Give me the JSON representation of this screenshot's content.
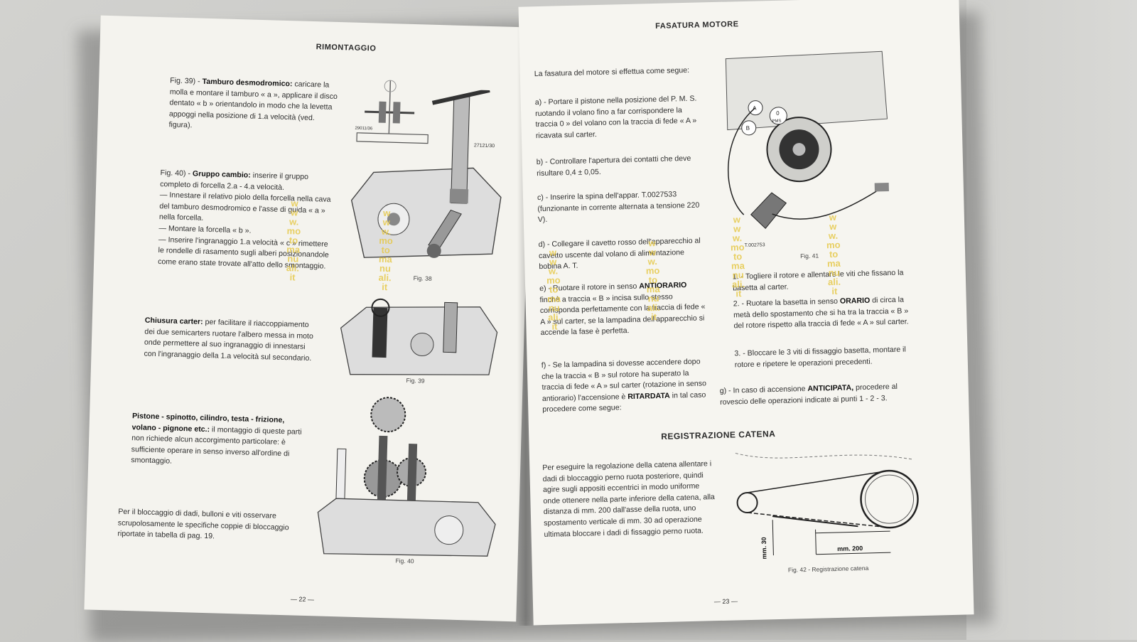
{
  "left_page": {
    "title": "RIMONTAGGIO",
    "p39_head": "Fig. 39) - ",
    "p39_bold": "Tamburo desmodromico:",
    "p39_text": " caricare la molla e montare il tamburo « a », applicare il disco dentato « b » orientandolo in modo che la levetta appoggi nella posizione di 1.a velocità (ved. figura).",
    "p40_head": "Fig. 40) - ",
    "p40_bold": "Gruppo cambio:",
    "p40_text": " inserire il gruppo completo di forcella 2.a - 4.a velocità.",
    "p40_l2": "— Innestare il relativo piolo della forcella nella cava del tamburo desmodromico e l'asse di guida « a » nella forcella.",
    "p40_l3": "— Montare la forcella « b ».",
    "p40_l4": "— Inserire l'ingranaggio 1.a velocità « c » rimettere le rondelle di rasamento sugli alberi posizionandole come erano state trovate all'atto dello smontaggio.",
    "carter_bold": "Chiusura carter:",
    "carter_text": " per facilitare il riaccoppiamento dei due semicarters ruotare l'albero messa in moto onde permettere al suo ingranaggio di innestarsi con l'ingranaggio della 1.a velocità sul secondario.",
    "pistone_bold": "Pistone - spinotto, cilindro, testa - frizione, volano - pignone etc.:",
    "pistone_text": " il montaggio di queste parti non richiede alcun accorgimento particolare: è sufficiente operare in senso inverso all'ordine di smontaggio.",
    "bloccaggio": "Per il bloccaggio di dadi, bulloni e viti osservare scrupolosamente le specifiche coppie di bloccaggio riportate in tabella di pag. 19.",
    "fig38": "Fig. 38",
    "fig39": "Fig. 39",
    "fig40": "Fig. 40",
    "tool1": "27121/30",
    "tool2": "29011/36",
    "page_number": "— 22 —"
  },
  "right_page": {
    "title": "FASATURA MOTORE",
    "intro": "La fasatura del motore si effettua come segue:",
    "a": "a) - Portare il pistone nella posizione del P. M. S. ruotando il volano fino a far corrispondere la traccia 0 » del volano con la traccia di fede « A » ricavata sul carter.",
    "b": "b) - Controllare l'apertura dei contatti che deve risultare 0,4 ± 0,05.",
    "c": "c) - Inserire la spina dell'appar. T.0027533 (funzionante in corrente alternata a tensione 220 V).",
    "d": "d) - Collegare il cavetto rosso dell'apparecchio al cavetto uscente dal volano di alimentazione bobina A. T.",
    "e_pre": "e) - Ruotare il rotore in senso ",
    "e_bold": "ANTIORARIO",
    "e_text": " finchè a traccia « B » incisa sullo stesso corrisponda perfettamente con la traccia di fede « A » sul carter, se la lampadina dell'apparecchio si accende la fase è perfetta.",
    "f_pre": "f) - Se la lampadina si dovesse accendere dopo che la traccia « B » sul rotore ha superato la traccia di fede « A » sul carter (rotazione in senso antiorario) l'accensione è ",
    "f_bold": "RITARDATA",
    "f_text": " in tal caso procedere come segue:",
    "r1": "1. - Togliere il rotore e allentare le viti che fissano la basetta al carter.",
    "r2_pre": "2. - Ruotare la basetta in senso ",
    "r2_bold": "ORARIO",
    "r2_text": " di circa la metà dello spostamento che si ha tra la traccia « B » del rotore rispetto alla traccia di fede « A » sul carter.",
    "r3": "3. - Bloccare le 3 viti di fissaggio basetta, montare il rotore e ripetere le operazioni precedenti.",
    "g_pre": "g) - In caso di accensione ",
    "g_bold": "ANTICIPATA,",
    "g_text": " procedere al rovescio delle operazioni indicate ai punti 1 - 2 - 3.",
    "subtitle": "REGISTRAZIONE CATENA",
    "catena": "Per eseguire la regolazione della catena allentare i dadi di bloccaggio perno ruota posteriore, quindi agire sugli appositi eccentrici in modo uniforme onde ottenere nella parte inferiore della catena, alla distanza di mm. 200 dall'asse della ruota, uno spostamento verticale di mm. 30 ad operazione ultimata bloccare i dadi di fissaggio perno ruota.",
    "fig41": "Fig. 41",
    "fig41_tool": "T.002753",
    "fig41_A": "A",
    "fig41_B": "B",
    "fig41_0": "0",
    "fig41_pms": "PMS",
    "fig42": "Fig. 42 - Registrazione catena",
    "dim200": "mm. 200",
    "dim30": "mm. 30",
    "page_number": "— 23 —"
  },
  "watermark": "www.motomanuali.it"
}
